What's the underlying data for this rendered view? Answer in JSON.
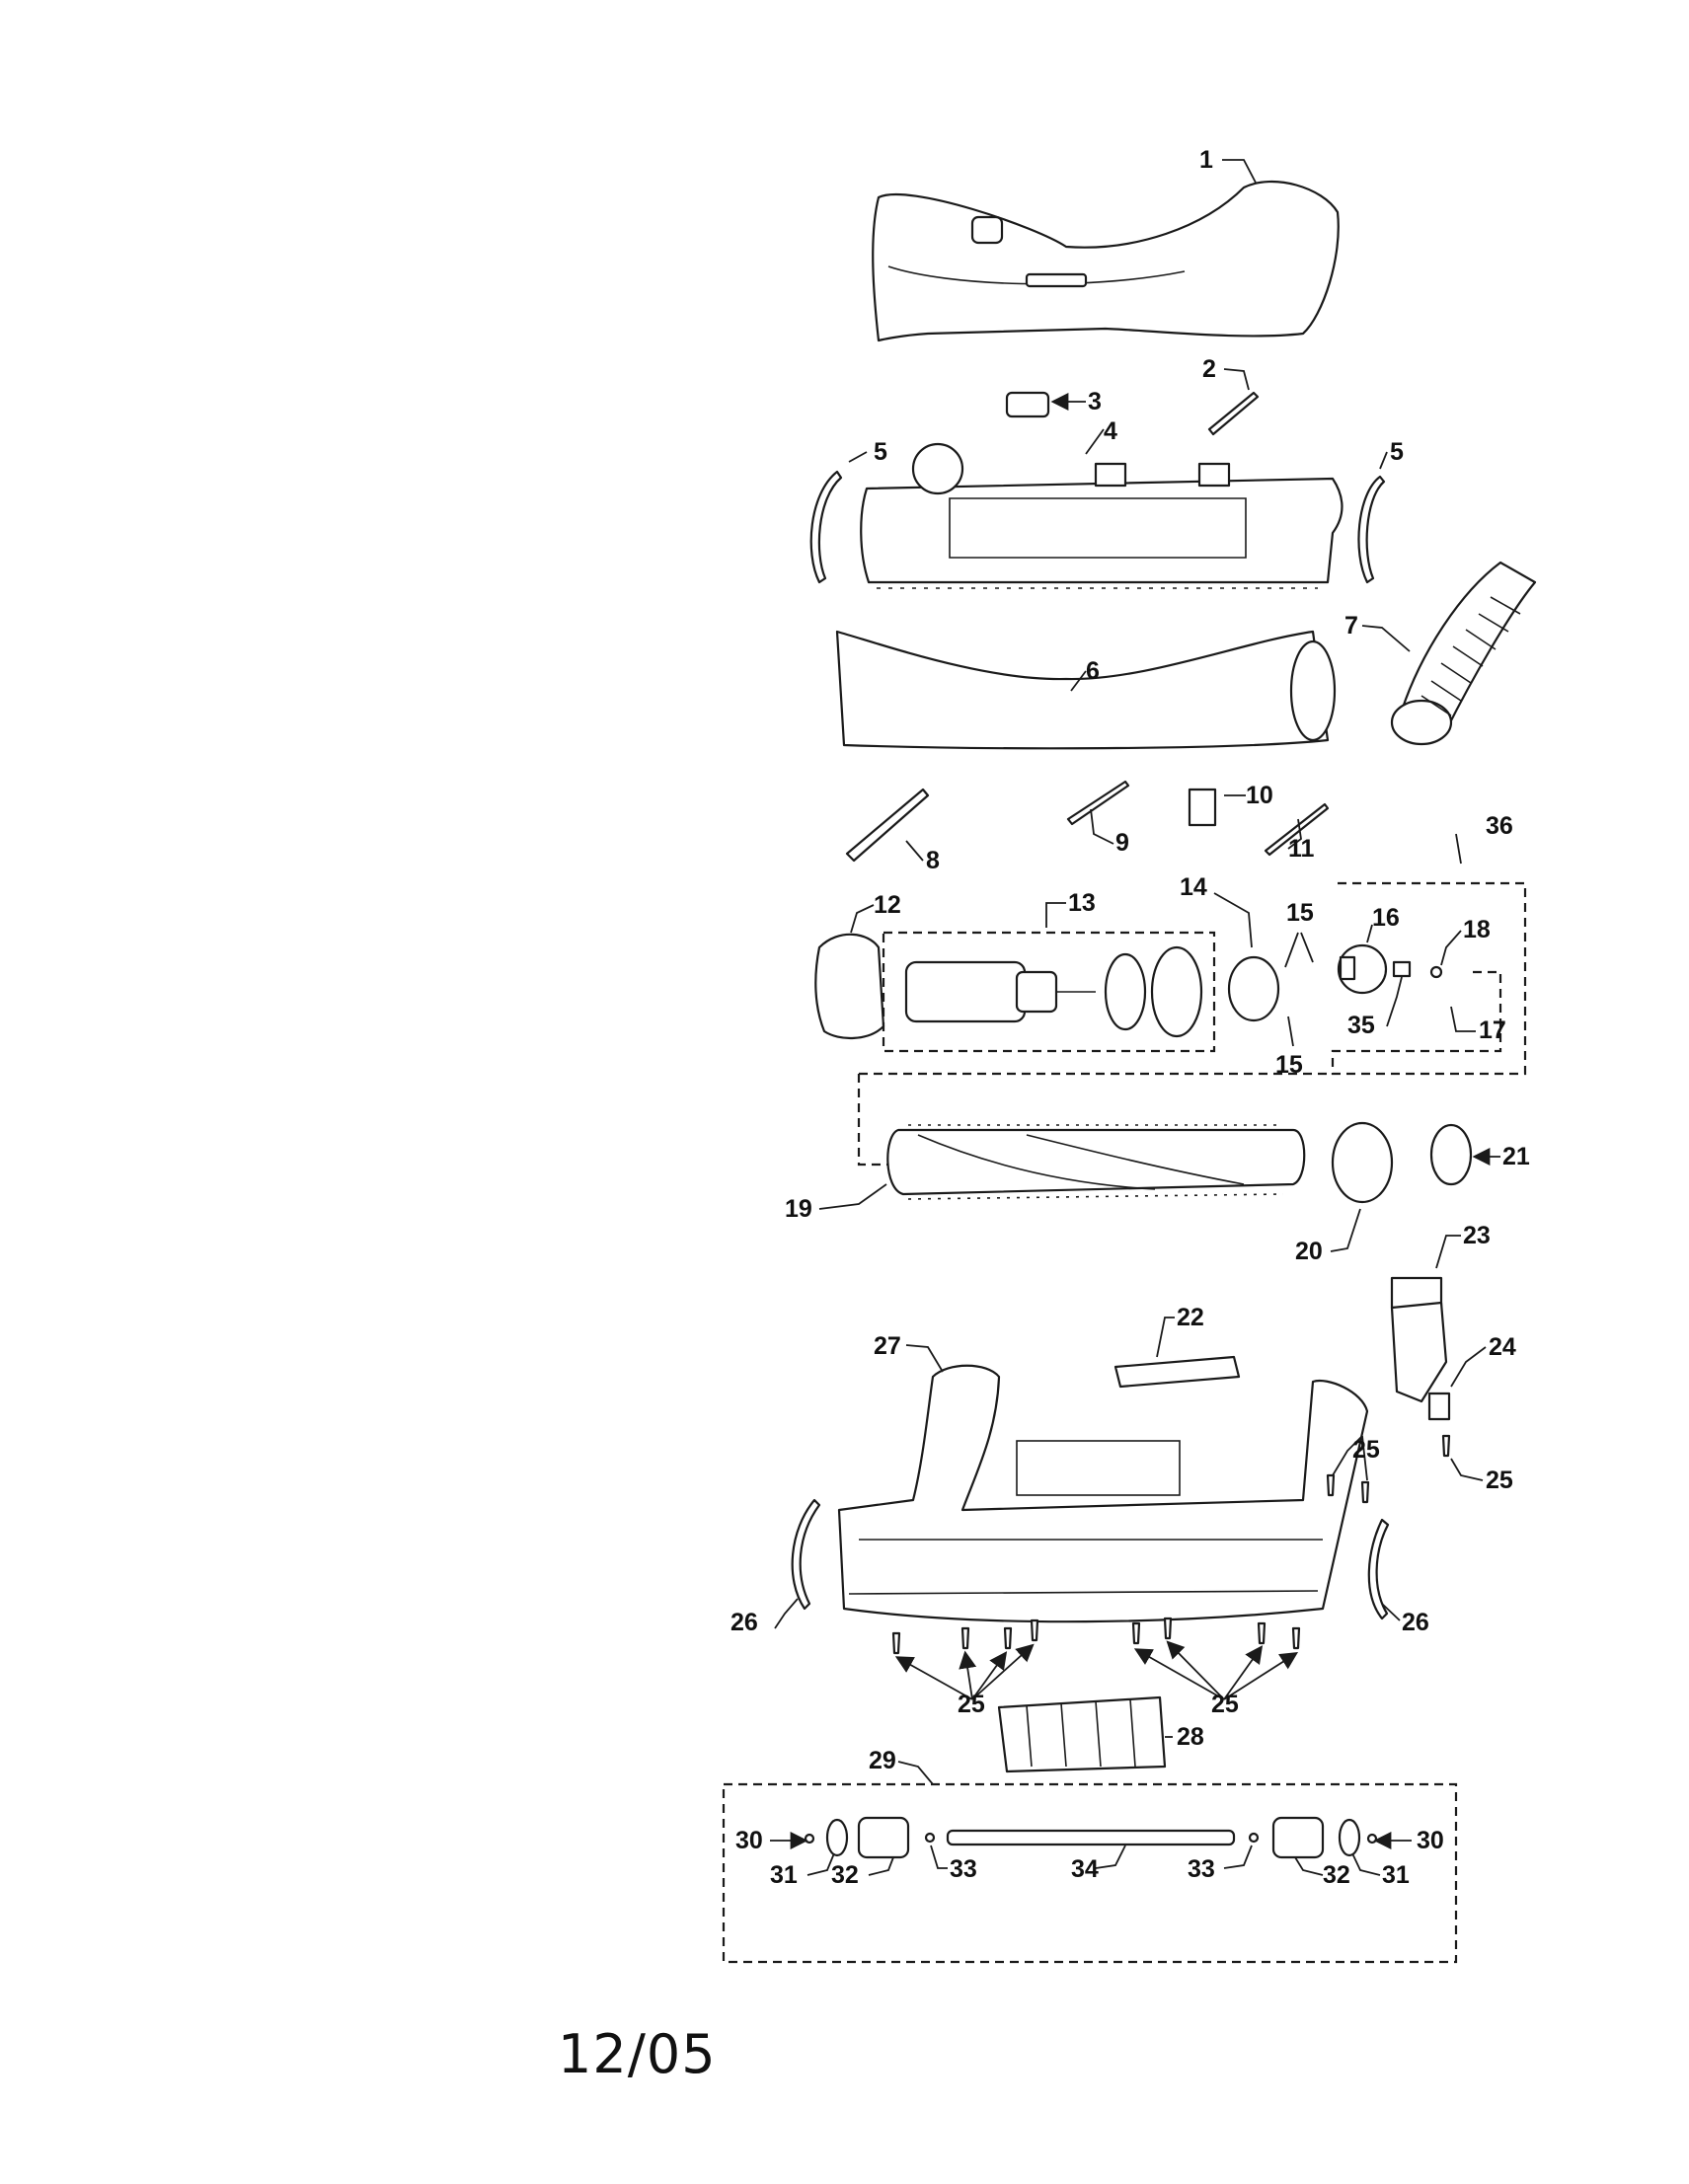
{
  "date_code": "12/05",
  "callouts": [
    "1",
    "2",
    "3",
    "4",
    "5",
    "5",
    "6",
    "7",
    "8",
    "9",
    "10",
    "11",
    "12",
    "13",
    "14",
    "15",
    "15",
    "16",
    "18",
    "36",
    "35",
    "17",
    "19",
    "20",
    "21",
    "22",
    "23",
    "24",
    "25",
    "25",
    "25",
    "25",
    "26",
    "26",
    "27",
    "28",
    "29",
    "30",
    "30",
    "31",
    "31",
    "32",
    "32",
    "33",
    "33",
    "34"
  ]
}
